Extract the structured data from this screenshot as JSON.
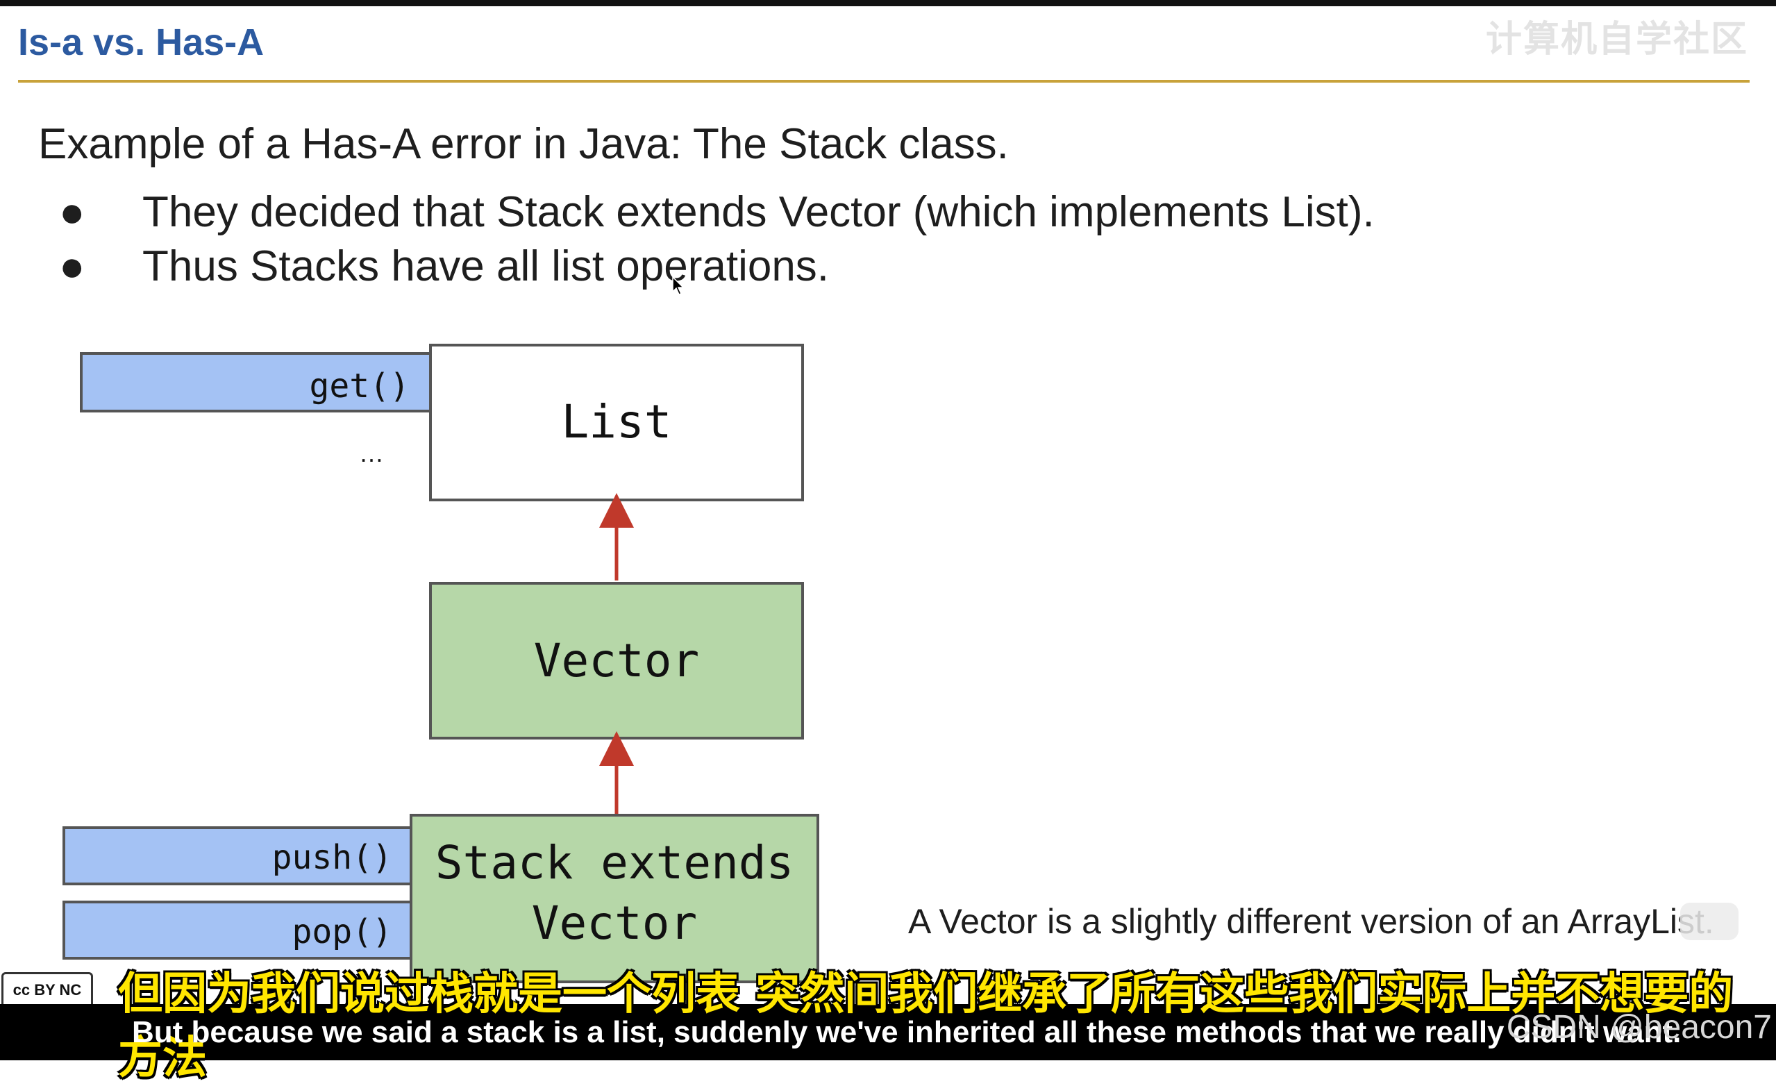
{
  "slide": {
    "title": "Is-a vs. Has-A",
    "watermark": "计算机自学社区",
    "intro": "Example of a Has-A error in Java: The Stack class.",
    "bullets": [
      "They decided that Stack extends Vector (which implements List).",
      "Thus Stacks have all list operations."
    ],
    "bullet_symbol": "●",
    "note": "A Vector is a slightly different version of an ArrayList."
  },
  "diagram": {
    "list_box": "List",
    "vector_box": "Vector",
    "stack_box_line1": "Stack extends",
    "stack_box_line2": "Vector",
    "list_methods": [
      "get()"
    ],
    "list_ellipsis": "…",
    "stack_methods": [
      "push()",
      "pop()"
    ],
    "colors": {
      "method_fill": "#a4c2f4",
      "class_fill": "#b6d7a8",
      "arrow": "#c0392b"
    }
  },
  "license_badge": "cc BY NC SA",
  "subtitles": {
    "chinese": "但因为我们说过栈就是一个列表 突然间我们继承了所有这些我们实际上并不想要的方法",
    "english": "But because we said a stack is a list, suddenly we've inherited all these methods that we really didn't want."
  },
  "credit": "CSDN @beacon7"
}
